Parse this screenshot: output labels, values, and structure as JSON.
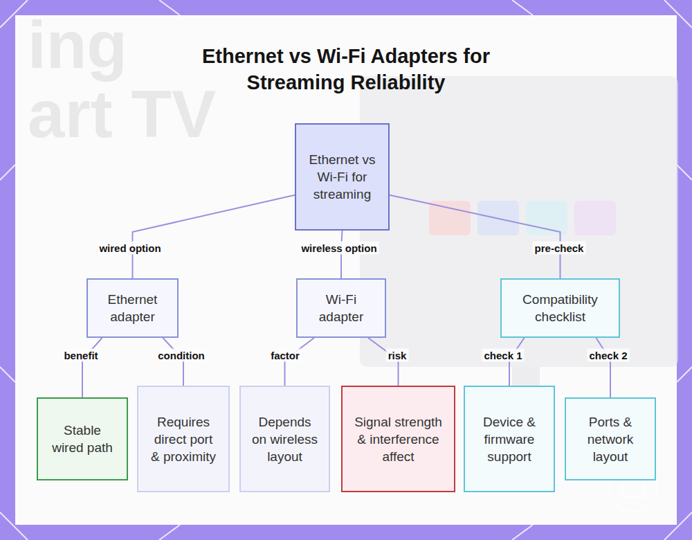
{
  "diagram": {
    "title": "Ethernet vs Wi-Fi Adapters for Streaming Reliability",
    "nodes": [
      {
        "text": [
          "Ethernet vs Wi-Fi for streaming"
        ]
      },
      {
        "text": [
          "Ethernet adapter"
        ]
      },
      {
        "text": [
          "Wi-Fi adapter"
        ]
      },
      {
        "text": [
          "Compatibility checklist"
        ]
      },
      {
        "text": [
          "Stable wired path"
        ]
      },
      {
        "text": [
          "Requires direct port & proximity"
        ]
      },
      {
        "text": [
          "Depends on wireless layout"
        ]
      },
      {
        "text": [
          "Signal strength & interference affect"
        ]
      },
      {
        "text": [
          "Device & firmware support"
        ]
      },
      {
        "text": [
          "Ports & network layout"
        ]
      }
    ],
    "edges": [
      {
        "from": 0,
        "to": 1,
        "label": "wired option",
        "arrow": "none"
      },
      {
        "from": 0,
        "to": 2,
        "label": "wireless option",
        "arrow": "none"
      },
      {
        "from": 0,
        "to": 3,
        "label": "pre-check",
        "arrow": "none"
      },
      {
        "from": 1,
        "to": 4,
        "label": "benefit",
        "arrow": "none"
      },
      {
        "from": 1,
        "to": 5,
        "label": "condition",
        "arrow": "none"
      },
      {
        "from": 2,
        "to": 6,
        "label": "factor",
        "arrow": "none"
      },
      {
        "from": 2,
        "to": 7,
        "label": "risk",
        "arrow": "none"
      },
      {
        "from": 3,
        "to": 8,
        "label": "check 1",
        "arrow": "none"
      },
      {
        "from": 3,
        "to": 9,
        "label": "check 2",
        "arrow": "none"
      }
    ],
    "labels": [
      "ing",
      "art TV"
    ]
  }
}
